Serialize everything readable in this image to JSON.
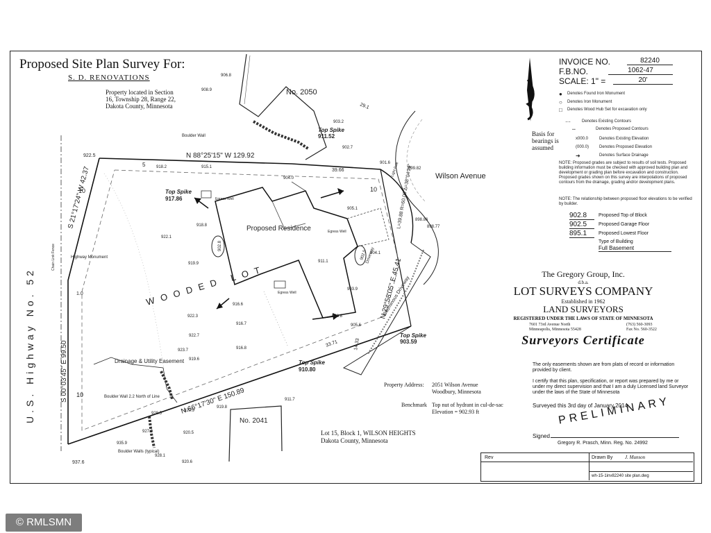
{
  "title": "Proposed Site Plan Survey For:",
  "client": "S. D. RENOVATIONS",
  "property_location": "Property located in Section 16, Township 28, Range 22, Dakota County, Minnesota",
  "invoice": {
    "invoice_label": "INVOICE NO.",
    "invoice_value": "82240",
    "fbno_label": "F.B.NO.",
    "fbno_value": "1062-47",
    "scale_label": "SCALE: 1\" =",
    "scale_value": "20'"
  },
  "north_note": "Basis for bearings is assumed",
  "legend": [
    {
      "symbol": "●",
      "text": "Denotes Found Iron Monument"
    },
    {
      "symbol": "○",
      "text": "Denotes Iron Monument"
    },
    {
      "symbol": "□",
      "text": "Denotes Wood Hub Set for excavation only"
    },
    {
      "symbol": "⋯",
      "text": "Denotes Existing Contours"
    },
    {
      "symbol": "╌",
      "text": "Denotes Proposed Contours"
    },
    {
      "symbol": "x000.0",
      "text": "Denotes Existing Elevation"
    },
    {
      "symbol": "(000.0)",
      "text": "Denotes Proposed Elevation"
    },
    {
      "symbol": "➜",
      "text": "Denotes Surface Drainage"
    }
  ],
  "notes": [
    "NOTE: Proposed grades are subject to results of soil tests. Proposed building information must be checked with approved building plan and development or grading plan before excavation and construction. Proposed grades shown on this survey are interpolations of proposed contours from the drainage, grading and/or development plans.",
    "NOTE: The relationship between proposed floor elevations to be verified by builder."
  ],
  "elevations": [
    {
      "value": "902.8",
      "label": "Proposed Top of Block"
    },
    {
      "value": "902.5",
      "label": "Proposed Garage Floor"
    },
    {
      "value": "895.1",
      "label": "Proposed Lowest Floor"
    },
    {
      "value": "",
      "label": "Type of Building"
    },
    {
      "value": "",
      "label": "Full Basement"
    }
  ],
  "company": {
    "line1": "The Gregory Group, Inc.",
    "dba": "d.b.a.",
    "name": "LOT SURVEYS COMPANY",
    "established": "Established in 1962",
    "land": "LAND SURVEYORS",
    "registered": "REGISTERED UNDER THE LAWS OF STATE OF MINNESOTA",
    "address1": "7601 73rd Avenue North",
    "address2": "Minneapolis, Minnesota 55428",
    "phone": "(763) 560-3093",
    "fax": "Fax No. 560-3522",
    "certificate": "Surveyors Certificate"
  },
  "certificate_text": {
    "easements": "The only easements shown are from plats of record or information provided by client.",
    "certify": "I certify that this plan, specification, or report was prepared by me or under my direct supervision and that I am a duly Licensed land Surveyor under the laws of the State of Minnesota",
    "surveyed": "Surveyed this 3rd day of January 2014.",
    "preliminary": "PRELIMINARY",
    "signed_label": "Signed",
    "surveyor": "Gregory R. Prasch, Minn. Reg. No. 24992"
  },
  "property": {
    "address_label": "Property Address:",
    "address": "2051 Wilson Avenue",
    "city": "Woodbury, Minnesota",
    "benchmark_label": "Benchmark",
    "benchmark": "Top nut of hydrant in cul-de-sac",
    "elevation": "Elevation = 902.93 ft",
    "legal1": "Lot 15, Block 1, WILSON HEIGHTS",
    "legal2": "Dakota County, Minnesota"
  },
  "title_block": {
    "rev_label": "Rev",
    "drawn_label": "Drawn By",
    "drawn_value": "J. Munson",
    "file": "wh-15-1inv82240 site plan.dwg"
  },
  "plan_labels": {
    "lot_2050": "No. 2050",
    "lot_2041": "No. 2041",
    "street": "Wilson Avenue",
    "highway": "U.S. Highway No. 52",
    "residence": "Proposed Residence",
    "wooded": "WOODED LOT",
    "north_bearing": "N 88°25'15\" W 129.92",
    "west_bearing1": "S 21°17'24\" W 42.37",
    "west_bearing2": "S 00°03'45\" E 99.50",
    "south_bearing": "N 66°17'30\" E 150.89",
    "east_bearing": "N 29°58'05\" E 45.41",
    "curve": "L=39.88 R=60.00 Δ=38°04'29\"",
    "drainage": "Drainage & Utility Easement",
    "top_spike1": "Top Spike",
    "top_spike1_val": "911.52",
    "top_spike2": "Top Spike",
    "top_spike2_val": "917.86",
    "top_spike3": "Top Spike",
    "top_spike3_val": "903.59",
    "top_spike4": "Top Spike",
    "top_spike4_val": "910.80",
    "boulder_wall": "Boulder Wall",
    "boulder_wall2": "Boulder Wall 2.2 North of Line",
    "boulder_walls3": "Boulder Walls (typical)",
    "chain_link": "Chain Link Fence",
    "highway_monument": "Highway Monument",
    "driveway": "Driveway",
    "bit_driveway": "Bituminous Driveway",
    "light_pole": "Light Pole",
    "egress1": "Egress Well",
    "egress2": "Egress Well",
    "egress3": "Egress Well",
    "dim_29_1": "29.1",
    "dim_39_66": "39.66",
    "dim_33_71": "33.71",
    "dim_14_33": "14.33",
    "dim_10": "10",
    "dim_5": "5",
    "dim_1_0": "1.0",
    "elev_922_5": "922.5",
    "elev_937_6": "937.6",
    "elev_906_8": "906.8",
    "elev_908_9": "908.9",
    "elev_918_2": "918.2",
    "elev_915_1": "915.1",
    "elev_922_1": "922.1",
    "elev_919_9": "919.9",
    "elev_916_6": "916.6",
    "elev_922_3": "922.3",
    "elev_922_7": "922.7",
    "elev_923_7": "923.7",
    "elev_919_6": "919.6",
    "elev_916_7": "916.7",
    "elev_916_8": "916.8",
    "elev_920_5": "920.5",
    "elev_920_6": "920.6",
    "elev_911_7": "911.7",
    "elev_919_8": "919.8",
    "elev_928_5": "928.5",
    "elev_927_9": "927.9",
    "elev_935_9": "935.9",
    "elev_928_1": "928.1",
    "elev_920_9": "920.9",
    "elev_906_8b": "906.8",
    "elev_905_6": "905.6",
    "elev_903_9": "903.9",
    "elev_911_1": "911.1",
    "elev_904_1": "904.1",
    "elev_905_1": "905.1",
    "elev_903_2": "903.2",
    "elev_902_7": "902.7",
    "elev_901_6": "901.6",
    "elev_899_82": "899.82",
    "elev_898_86": "898.86",
    "elev_898_77": "898.77",
    "elev_918_8": "918.8",
    "pad_elev1": "902.8",
    "pad_elev2": "902.5",
    "pad_elev3": "904.0"
  },
  "watermark": "© RMLSMN"
}
